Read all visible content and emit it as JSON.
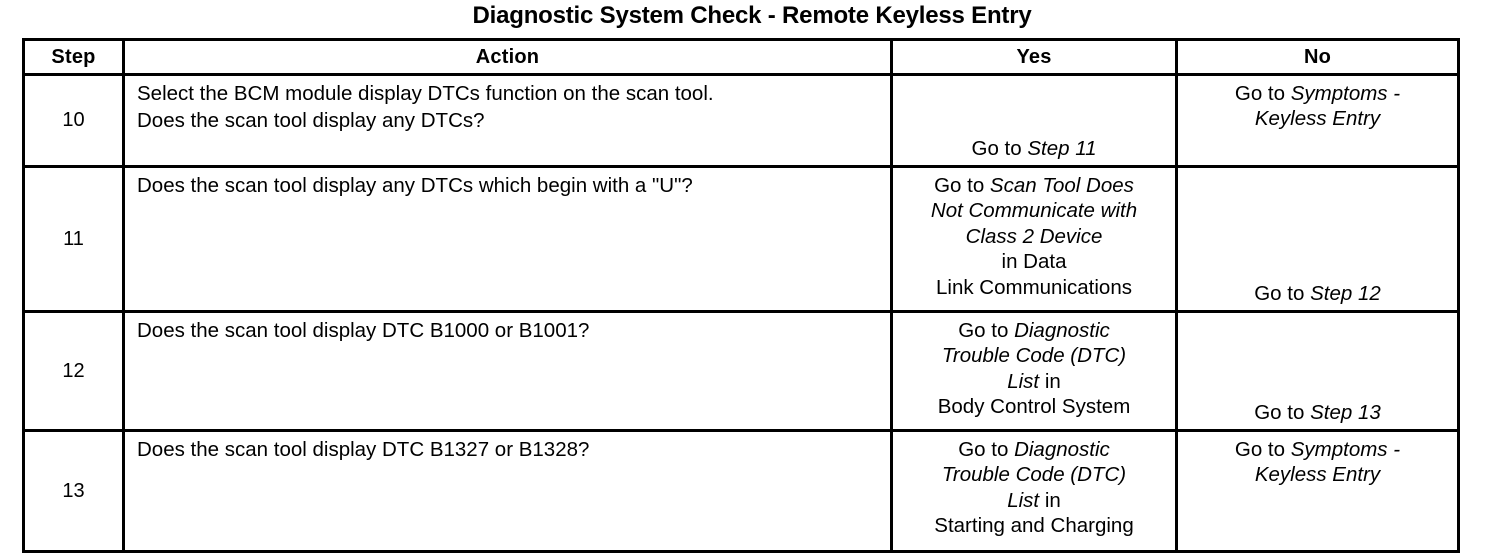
{
  "title": "Diagnostic System Check - Remote Keyless Entry",
  "table": {
    "headers": {
      "step": "Step",
      "action": "Action",
      "yes": "Yes",
      "no": "No"
    },
    "rows": [
      {
        "step": "10",
        "action_lines": [
          "Select the BCM module display DTCs function on the scan tool.",
          "Does the scan tool display any DTCs?"
        ],
        "yes_lines": [
          {
            "roman": "Go to ",
            "italic": "Step 11",
            "tail": ""
          }
        ],
        "yes_align": "bottom",
        "no_lines": [
          {
            "roman": "Go to ",
            "italic": "Symptoms -",
            "tail": ""
          },
          {
            "roman": "",
            "italic": "Keyless Entry",
            "tail": ""
          }
        ],
        "no_align": "top"
      },
      {
        "step": "11",
        "action_lines": [
          "Does the scan tool display any DTCs which begin with a \"U\"?"
        ],
        "yes_lines": [
          {
            "roman": "Go to ",
            "italic": "Scan Tool Does",
            "tail": ""
          },
          {
            "roman": "",
            "italic": "Not Communicate with",
            "tail": ""
          },
          {
            "roman": "",
            "italic": "Class 2 Device",
            "tail": ""
          },
          {
            "roman": "in Data",
            "italic": "",
            "tail": ""
          },
          {
            "roman": "Link Communications",
            "italic": "",
            "tail": ""
          }
        ],
        "yes_align": "top",
        "no_lines": [
          {
            "roman": "Go to ",
            "italic": "Step 12",
            "tail": ""
          }
        ],
        "no_align": "bottom"
      },
      {
        "step": "12",
        "action_lines": [
          "Does the scan tool display DTC B1000 or B1001?"
        ],
        "yes_lines": [
          {
            "roman": "Go to ",
            "italic": "Diagnostic",
            "tail": ""
          },
          {
            "roman": "",
            "italic": "Trouble Code (DTC)",
            "tail": ""
          },
          {
            "roman": "",
            "italic": "List",
            "tail": " in"
          },
          {
            "roman": "Body Control System",
            "italic": "",
            "tail": ""
          }
        ],
        "yes_align": "top",
        "no_lines": [
          {
            "roman": "Go to ",
            "italic": "Step 13",
            "tail": ""
          }
        ],
        "no_align": "bottom"
      },
      {
        "step": "13",
        "action_lines": [
          "Does the scan tool display DTC B1327 or B1328?"
        ],
        "yes_lines": [
          {
            "roman": "Go to ",
            "italic": "Diagnostic",
            "tail": ""
          },
          {
            "roman": "",
            "italic": "Trouble Code (DTC)",
            "tail": ""
          },
          {
            "roman": "",
            "italic": "List",
            "tail": " in"
          },
          {
            "roman": "Starting and Charging",
            "italic": "",
            "tail": ""
          }
        ],
        "yes_align": "top",
        "no_lines": [
          {
            "roman": "Go to ",
            "italic": "Symptoms -",
            "tail": ""
          },
          {
            "roman": "",
            "italic": "Keyless Entry",
            "tail": ""
          }
        ],
        "no_align": "top"
      }
    ]
  }
}
